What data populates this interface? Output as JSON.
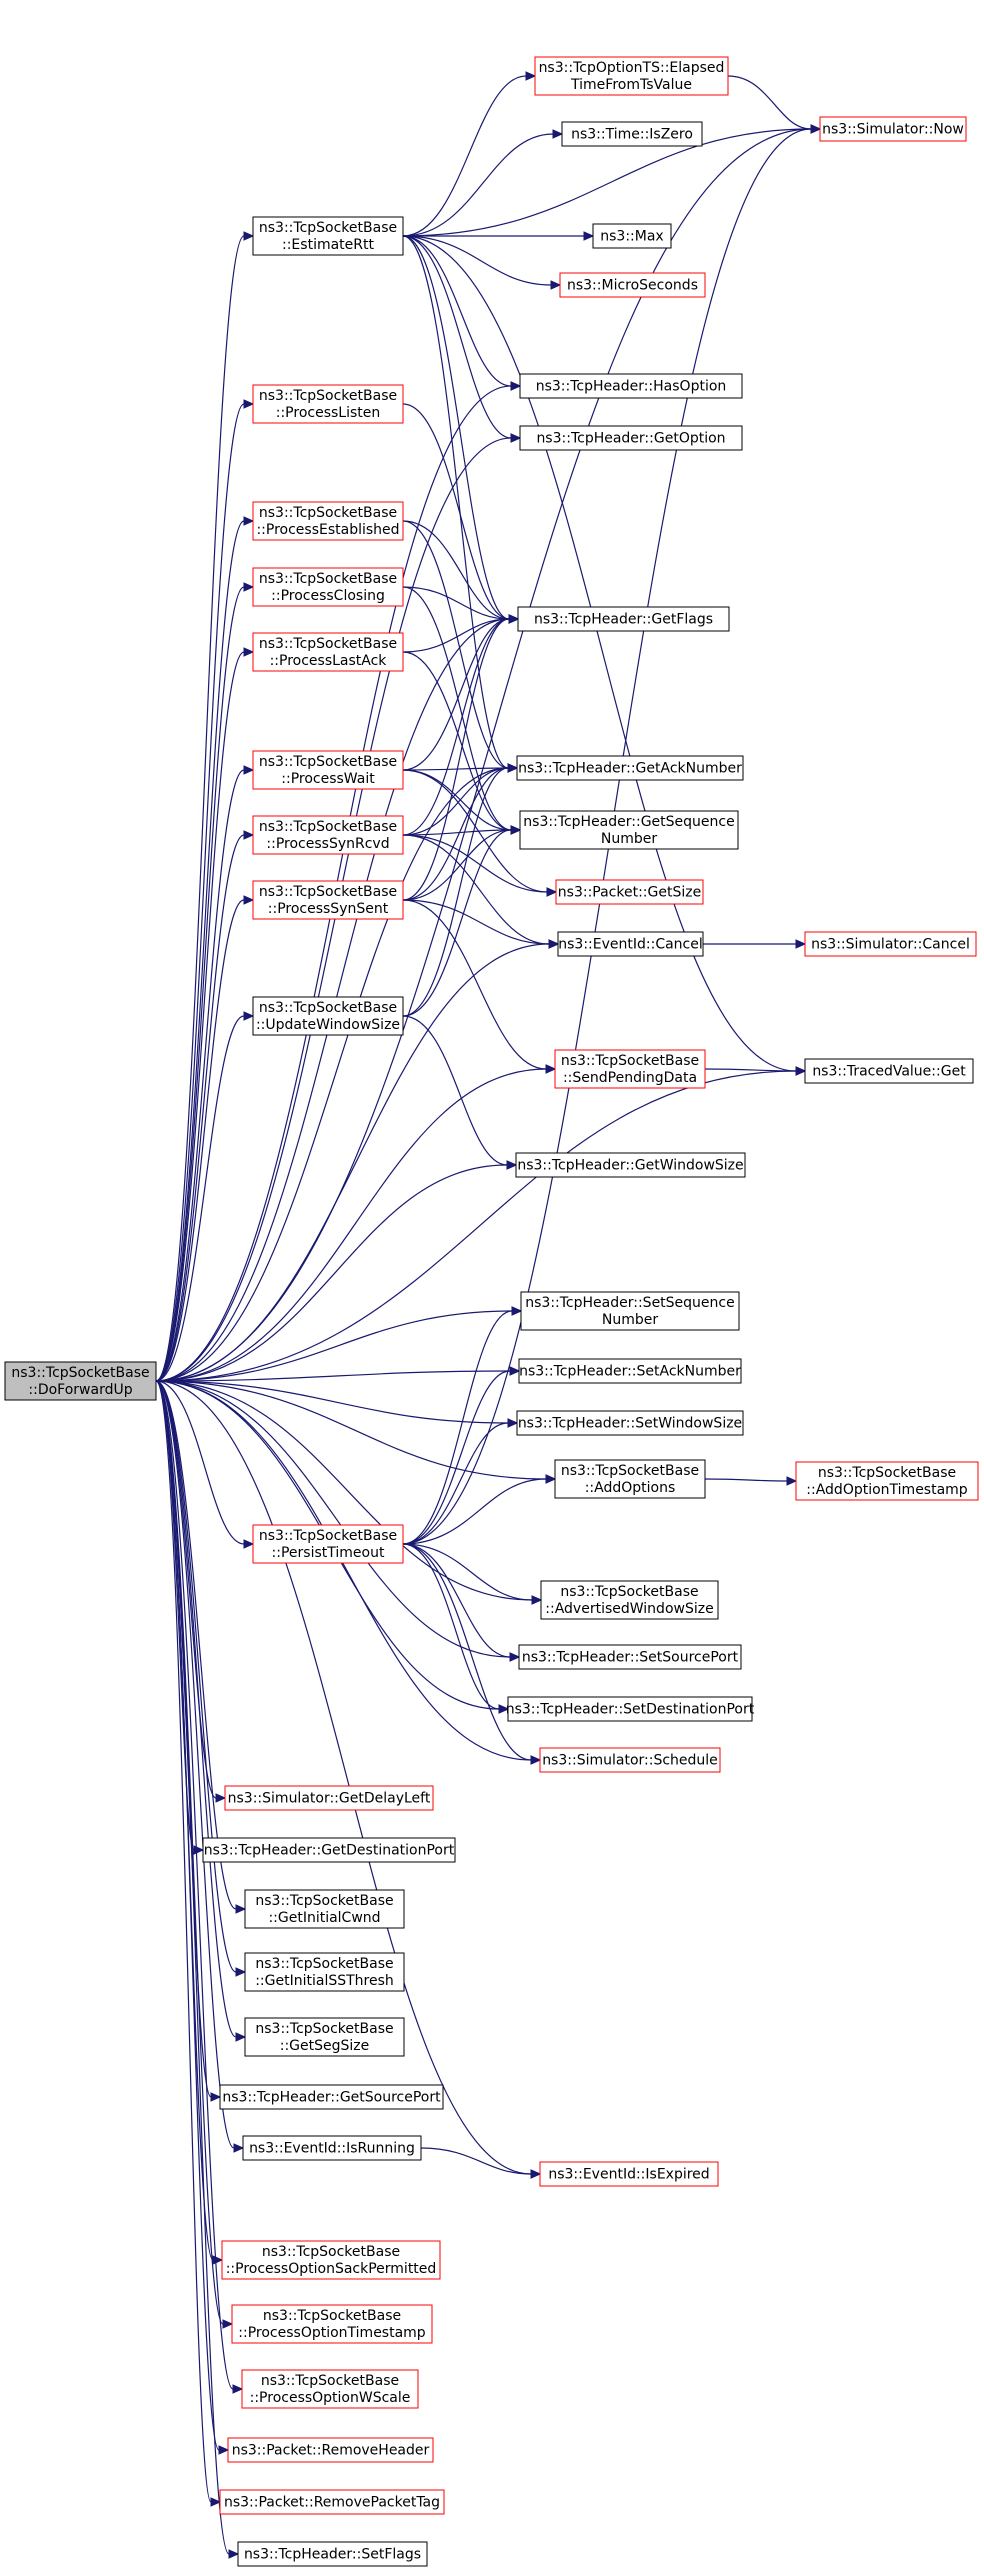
{
  "colors": {
    "edge": "#191970",
    "root_fill": "#bfbfbf",
    "node_border": "#000000",
    "undocumented_border": "#ff0000",
    "node_fill": "#ffffff"
  },
  "nodes": [
    {
      "id": "root",
      "lines": [
        "ns3::TcpSocketBase",
        "::DoForwardUp"
      ],
      "root": true
    },
    {
      "id": "elapsed",
      "lines": [
        "ns3::TcpOptionTS::Elapsed",
        "TimeFromTsValue"
      ],
      "red": true
    },
    {
      "id": "sim_now",
      "lines": [
        "ns3::Simulator::Now"
      ],
      "red": true
    },
    {
      "id": "time_iszero",
      "lines": [
        "ns3::Time::IsZero"
      ]
    },
    {
      "id": "estimate_rtt",
      "lines": [
        "ns3::TcpSocketBase",
        "::EstimateRtt"
      ]
    },
    {
      "id": "max",
      "lines": [
        "ns3::Max"
      ]
    },
    {
      "id": "microseconds",
      "lines": [
        "ns3::MicroSeconds"
      ],
      "red": true
    },
    {
      "id": "hasoption",
      "lines": [
        "ns3::TcpHeader::HasOption"
      ]
    },
    {
      "id": "process_listen",
      "lines": [
        "ns3::TcpSocketBase",
        "::ProcessListen"
      ],
      "red": true
    },
    {
      "id": "getoption",
      "lines": [
        "ns3::TcpHeader::GetOption"
      ]
    },
    {
      "id": "process_established",
      "lines": [
        "ns3::TcpSocketBase",
        "::ProcessEstablished"
      ],
      "red": true
    },
    {
      "id": "process_closing",
      "lines": [
        "ns3::TcpSocketBase",
        "::ProcessClosing"
      ],
      "red": true
    },
    {
      "id": "getflags",
      "lines": [
        "ns3::TcpHeader::GetFlags"
      ]
    },
    {
      "id": "process_lastack",
      "lines": [
        "ns3::TcpSocketBase",
        "::ProcessLastAck"
      ],
      "red": true
    },
    {
      "id": "process_wait",
      "lines": [
        "ns3::TcpSocketBase",
        "::ProcessWait"
      ],
      "red": true
    },
    {
      "id": "getacknumber",
      "lines": [
        "ns3::TcpHeader::GetAckNumber"
      ]
    },
    {
      "id": "process_synrcvd",
      "lines": [
        "ns3::TcpSocketBase",
        "::ProcessSynRcvd"
      ],
      "red": true
    },
    {
      "id": "getsequencenumber",
      "lines": [
        "ns3::TcpHeader::GetSequence",
        "Number"
      ]
    },
    {
      "id": "packet_getsize",
      "lines": [
        "ns3::Packet::GetSize"
      ],
      "red": true
    },
    {
      "id": "process_synsent",
      "lines": [
        "ns3::TcpSocketBase",
        "::ProcessSynSent"
      ],
      "red": true
    },
    {
      "id": "eventid_cancel",
      "lines": [
        "ns3::EventId::Cancel"
      ]
    },
    {
      "id": "sim_cancel",
      "lines": [
        "ns3::Simulator::Cancel"
      ],
      "red": true
    },
    {
      "id": "update_window_size",
      "lines": [
        "ns3::TcpSocketBase",
        "::UpdateWindowSize"
      ]
    },
    {
      "id": "send_pending_data",
      "lines": [
        "ns3::TcpSocketBase",
        "::SendPendingData"
      ],
      "red": true
    },
    {
      "id": "tracedvalue_get",
      "lines": [
        "ns3::TracedValue::Get"
      ]
    },
    {
      "id": "getwindowsize",
      "lines": [
        "ns3::TcpHeader::GetWindowSize"
      ]
    },
    {
      "id": "setsequencenumber",
      "lines": [
        "ns3::TcpHeader::SetSequence",
        "Number"
      ]
    },
    {
      "id": "setacknumber",
      "lines": [
        "ns3::TcpHeader::SetAckNumber"
      ]
    },
    {
      "id": "setwindowsize",
      "lines": [
        "ns3::TcpHeader::SetWindowSize"
      ]
    },
    {
      "id": "addoptions",
      "lines": [
        "ns3::TcpSocketBase",
        "::AddOptions"
      ]
    },
    {
      "id": "addoptiontimestamp",
      "lines": [
        "ns3::TcpSocketBase",
        "::AddOptionTimestamp"
      ],
      "red": true
    },
    {
      "id": "persist_timeout",
      "lines": [
        "ns3::TcpSocketBase",
        "::PersistTimeout"
      ],
      "red": true
    },
    {
      "id": "advertised_window_size",
      "lines": [
        "ns3::TcpSocketBase",
        "::AdvertisedWindowSize"
      ]
    },
    {
      "id": "setsourceport",
      "lines": [
        "ns3::TcpHeader::SetSourcePort"
      ]
    },
    {
      "id": "setdestinationport",
      "lines": [
        "ns3::TcpHeader::SetDestinationPort"
      ]
    },
    {
      "id": "sim_schedule",
      "lines": [
        "ns3::Simulator::Schedule"
      ],
      "red": true
    },
    {
      "id": "sim_getdelayleft",
      "lines": [
        "ns3::Simulator::GetDelayLeft"
      ],
      "red": true
    },
    {
      "id": "getdestinationport",
      "lines": [
        "ns3::TcpHeader::GetDestinationPort"
      ]
    },
    {
      "id": "getinitialcwnd",
      "lines": [
        "ns3::TcpSocketBase",
        "::GetInitialCwnd"
      ]
    },
    {
      "id": "getinitialssthresh",
      "lines": [
        "ns3::TcpSocketBase",
        "::GetInitialSSThresh"
      ]
    },
    {
      "id": "getsegsize",
      "lines": [
        "ns3::TcpSocketBase",
        "::GetSegSize"
      ]
    },
    {
      "id": "getsourceport",
      "lines": [
        "ns3::TcpHeader::GetSourcePort"
      ]
    },
    {
      "id": "eventid_isrunning",
      "lines": [
        "ns3::EventId::IsRunning"
      ]
    },
    {
      "id": "eventid_isexpired",
      "lines": [
        "ns3::EventId::IsExpired"
      ],
      "red": true
    },
    {
      "id": "process_option_sack",
      "lines": [
        "ns3::TcpSocketBase",
        "::ProcessOptionSackPermitted"
      ],
      "red": true
    },
    {
      "id": "process_option_timestamp",
      "lines": [
        "ns3::TcpSocketBase",
        "::ProcessOptionTimestamp"
      ],
      "red": true
    },
    {
      "id": "process_option_wscale",
      "lines": [
        "ns3::TcpSocketBase",
        "::ProcessOptionWScale"
      ],
      "red": true
    },
    {
      "id": "packet_removeheader",
      "lines": [
        "ns3::Packet::RemoveHeader"
      ],
      "red": true
    },
    {
      "id": "packet_removepackettag",
      "lines": [
        "ns3::Packet::RemovePacketTag"
      ],
      "red": true
    },
    {
      "id": "setflags",
      "lines": [
        "ns3::TcpHeader::SetFlags"
      ]
    }
  ],
  "edges": [
    [
      "root",
      "estimate_rtt"
    ],
    [
      "root",
      "sim_now"
    ],
    [
      "root",
      "process_listen"
    ],
    [
      "root",
      "hasoption"
    ],
    [
      "root",
      "getoption"
    ],
    [
      "root",
      "process_established"
    ],
    [
      "root",
      "process_closing"
    ],
    [
      "root",
      "process_lastack"
    ],
    [
      "root",
      "getflags"
    ],
    [
      "root",
      "process_wait"
    ],
    [
      "root",
      "getacknumber"
    ],
    [
      "root",
      "process_synrcvd"
    ],
    [
      "root",
      "process_synsent"
    ],
    [
      "root",
      "update_window_size"
    ],
    [
      "root",
      "eventid_cancel"
    ],
    [
      "root",
      "send_pending_data"
    ],
    [
      "root",
      "getwindowsize"
    ],
    [
      "root",
      "tracedvalue_get"
    ],
    [
      "root",
      "setsequencenumber"
    ],
    [
      "root",
      "setacknumber"
    ],
    [
      "root",
      "setwindowsize"
    ],
    [
      "root",
      "addoptions"
    ],
    [
      "root",
      "persist_timeout"
    ],
    [
      "root",
      "advertised_window_size"
    ],
    [
      "root",
      "setsourceport"
    ],
    [
      "root",
      "setdestinationport"
    ],
    [
      "root",
      "sim_schedule"
    ],
    [
      "root",
      "sim_getdelayleft"
    ],
    [
      "root",
      "getdestinationport"
    ],
    [
      "root",
      "getinitialcwnd"
    ],
    [
      "root",
      "getinitialssthresh"
    ],
    [
      "root",
      "getsegsize"
    ],
    [
      "root",
      "getsourceport"
    ],
    [
      "root",
      "eventid_isrunning"
    ],
    [
      "root",
      "eventid_isexpired"
    ],
    [
      "root",
      "process_option_sack"
    ],
    [
      "root",
      "process_option_timestamp"
    ],
    [
      "root",
      "process_option_wscale"
    ],
    [
      "root",
      "packet_removeheader"
    ],
    [
      "root",
      "packet_removepackettag"
    ],
    [
      "root",
      "setflags"
    ],
    [
      "elapsed",
      "sim_now"
    ],
    [
      "estimate_rtt",
      "elapsed"
    ],
    [
      "estimate_rtt",
      "time_iszero"
    ],
    [
      "estimate_rtt",
      "sim_now"
    ],
    [
      "estimate_rtt",
      "max"
    ],
    [
      "estimate_rtt",
      "microseconds"
    ],
    [
      "estimate_rtt",
      "hasoption"
    ],
    [
      "estimate_rtt",
      "getoption"
    ],
    [
      "estimate_rtt",
      "getacknumber"
    ],
    [
      "estimate_rtt",
      "getflags"
    ],
    [
      "estimate_rtt",
      "tracedvalue_get"
    ],
    [
      "process_listen",
      "getflags"
    ],
    [
      "process_established",
      "getflags"
    ],
    [
      "process_established",
      "getacknumber"
    ],
    [
      "process_closing",
      "getflags"
    ],
    [
      "process_closing",
      "getsequencenumber"
    ],
    [
      "process_lastack",
      "getflags"
    ],
    [
      "process_lastack",
      "getsequencenumber"
    ],
    [
      "process_wait",
      "getflags"
    ],
    [
      "process_wait",
      "getacknumber"
    ],
    [
      "process_wait",
      "getsequencenumber"
    ],
    [
      "process_wait",
      "packet_getsize"
    ],
    [
      "process_synrcvd",
      "getflags"
    ],
    [
      "process_synrcvd",
      "getacknumber"
    ],
    [
      "process_synrcvd",
      "getsequencenumber"
    ],
    [
      "process_synrcvd",
      "packet_getsize"
    ],
    [
      "process_synrcvd",
      "eventid_cancel"
    ],
    [
      "process_synsent",
      "getflags"
    ],
    [
      "process_synsent",
      "getacknumber"
    ],
    [
      "process_synsent",
      "getsequencenumber"
    ],
    [
      "process_synsent",
      "eventid_cancel"
    ],
    [
      "process_synsent",
      "send_pending_data"
    ],
    [
      "update_window_size",
      "getsequencenumber"
    ],
    [
      "update_window_size",
      "getacknumber"
    ],
    [
      "update_window_size",
      "getwindowsize"
    ],
    [
      "eventid_cancel",
      "sim_cancel"
    ],
    [
      "send_pending_data",
      "tracedvalue_get"
    ],
    [
      "addoptions",
      "addoptiontimestamp"
    ],
    [
      "persist_timeout",
      "setsequencenumber"
    ],
    [
      "persist_timeout",
      "setacknumber"
    ],
    [
      "persist_timeout",
      "setwindowsize"
    ],
    [
      "persist_timeout",
      "addoptions"
    ],
    [
      "persist_timeout",
      "advertised_window_size"
    ],
    [
      "persist_timeout",
      "setsourceport"
    ],
    [
      "persist_timeout",
      "setdestinationport"
    ],
    [
      "persist_timeout",
      "sim_schedule"
    ],
    [
      "persist_timeout",
      "sim_now"
    ],
    [
      "eventid_isrunning",
      "eventid_isexpired"
    ]
  ]
}
